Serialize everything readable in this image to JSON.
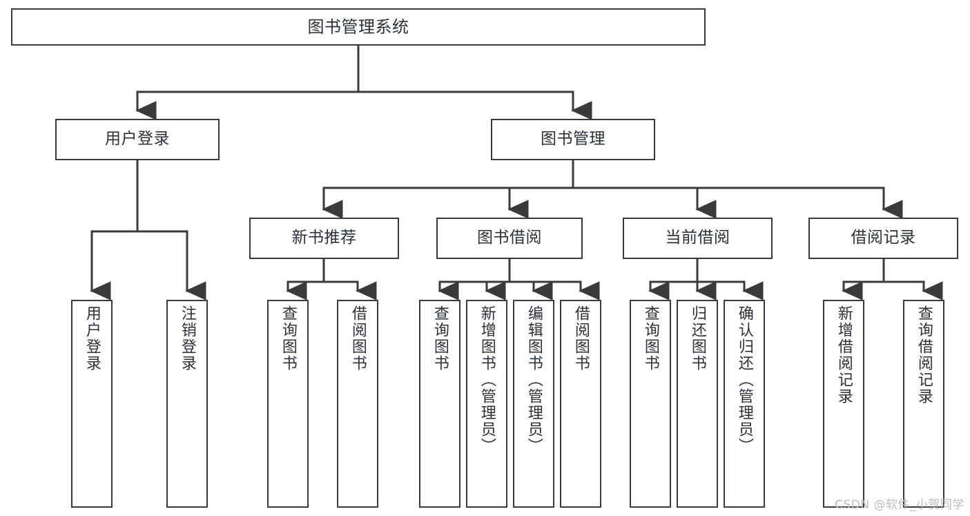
{
  "diagram": {
    "title": "图书管理系统",
    "type": "hierarchy-tree",
    "watermark": "CSDN @软件_小贺同学",
    "colors": {
      "stroke": "#3a3a3a",
      "fill": "#ffffff",
      "text": "#27323d",
      "watermark": "#b9bcc0"
    },
    "nodes": {
      "root": {
        "label": "图书管理系统",
        "level": 1
      },
      "level2": [
        {
          "id": "user-login",
          "label": "用户登录"
        },
        {
          "id": "book-manage",
          "label": "图书管理"
        }
      ],
      "level3": [
        {
          "id": "new-book-recommend",
          "label": "新书推荐",
          "parent": "book-manage"
        },
        {
          "id": "book-borrow",
          "label": "图书借阅",
          "parent": "book-manage"
        },
        {
          "id": "current-borrow",
          "label": "当前借阅",
          "parent": "book-manage"
        },
        {
          "id": "borrow-record",
          "label": "借阅记录",
          "parent": "book-manage"
        }
      ],
      "leaves": [
        {
          "id": "leaf-user-login",
          "label": "用户登录",
          "parent": "user-login"
        },
        {
          "id": "leaf-logout",
          "label": "注销登录",
          "parent": "user-login"
        },
        {
          "id": "leaf-query-book-1",
          "label": "查询图书",
          "parent": "new-book-recommend"
        },
        {
          "id": "leaf-borrow-book-1",
          "label": "借阅图书",
          "parent": "new-book-recommend"
        },
        {
          "id": "leaf-query-book-2",
          "label": "查询图书",
          "parent": "book-borrow"
        },
        {
          "id": "leaf-add-book",
          "label": "新增图书（管理员）",
          "parent": "book-borrow"
        },
        {
          "id": "leaf-edit-book",
          "label": "编辑图书（管理员）",
          "parent": "book-borrow"
        },
        {
          "id": "leaf-borrow-book-2",
          "label": "借阅图书",
          "parent": "book-borrow"
        },
        {
          "id": "leaf-query-book-3",
          "label": "查询图书",
          "parent": "current-borrow"
        },
        {
          "id": "leaf-return-book",
          "label": "归还图书",
          "parent": "current-borrow"
        },
        {
          "id": "leaf-confirm-return",
          "label": "确认归还（管理员）",
          "parent": "current-borrow"
        },
        {
          "id": "leaf-add-record",
          "label": "新增借阅记录",
          "parent": "borrow-record"
        },
        {
          "id": "leaf-query-record",
          "label": "查询借阅记录",
          "parent": "borrow-record"
        }
      ]
    }
  }
}
